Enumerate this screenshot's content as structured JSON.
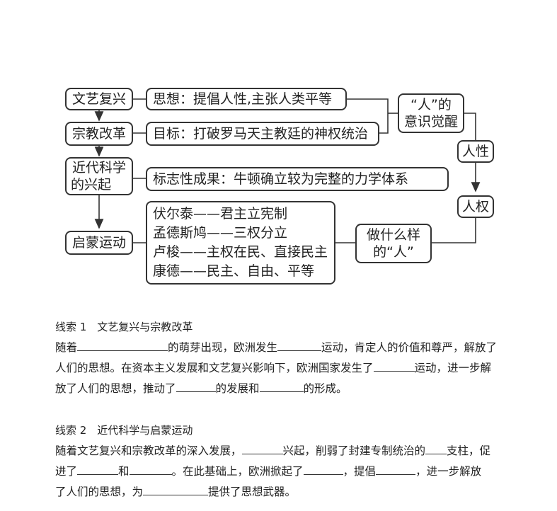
{
  "diagram": {
    "renaissance": "文艺复兴",
    "reformation": "宗教改革",
    "science_line1": "近代科学",
    "science_line2": "的兴起",
    "enlightenment": "启蒙运动",
    "thought": "思想：提倡人性,主张人类平等",
    "goal": "目标：打破罗马天主教廷的神权统治",
    "achievement": "标志性成果：牛顿确立较为完整的力学体系",
    "thinkers": [
      "伏尔泰——君主立宪制",
      "孟德斯鸠——三权分立",
      "卢梭——主权在民、直接民主",
      "康德——民主、自由、平等"
    ],
    "awakening_line1": "“人”的",
    "awakening_line2": "意识觉醒",
    "humanity": "人性",
    "human_rights": "人权",
    "what_person_line1": "做什么样",
    "what_person_line2": "的“人”"
  },
  "clue1": {
    "title": "线索 1　文艺复兴与宗教改革",
    "p1_a": "随着",
    "p1_b": "的萌芽出现，欧洲发生",
    "p1_c": "运动，肯定人的价值和尊严，解放了",
    "p2_a": "人们的思想。在资本主义发展和文艺复兴影响下，欧洲国家发生了",
    "p2_b": "运动，进一步解",
    "p3_a": "放了人们的思想，推动了",
    "p3_b": "的发展和",
    "p3_c": "的形成。"
  },
  "clue2": {
    "title": "线索 2　近代科学与启蒙运动",
    "p1_a": "随着文艺复兴和宗教改革的深入发展，",
    "p1_b": "兴起，削弱了封建专制统治的",
    "p1_c": "支柱，促",
    "p2_a": "进了",
    "p2_b": "和",
    "p2_c": "。在此基础上，欧洲掀起了",
    "p2_d": "，提倡",
    "p2_e": "，进一步解放",
    "p3_a": "了人们的思想，为",
    "p3_b": "提供了思想武器。"
  }
}
